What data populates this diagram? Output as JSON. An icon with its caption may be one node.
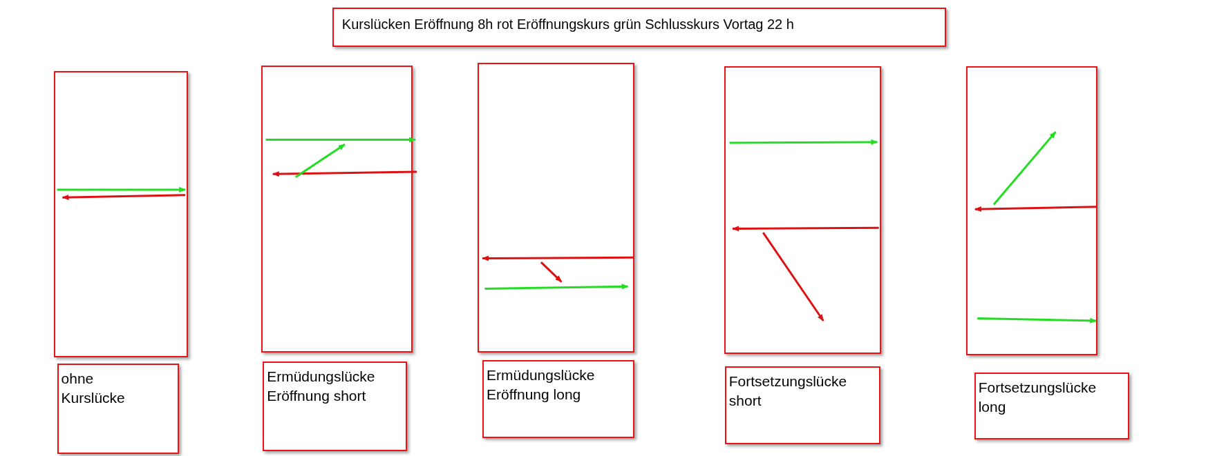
{
  "diagram": {
    "nodes": [
      {
        "text": [
          "Kurslücken Eröffnung 8h rot Eröffnungskurs grün Schlusskurs Vortag 22 h"
        ]
      },
      {
        "text": [],
        "shape": "box"
      },
      {
        "text": [],
        "shape": "box"
      },
      {
        "text": [],
        "shape": "box"
      },
      {
        "text": [],
        "shape": "box"
      },
      {
        "text": [],
        "shape": "box"
      },
      {
        "text": [
          "ohne Kurslücke"
        ]
      },
      {
        "text": [
          "Ermüdungslücke Eröffnung short"
        ]
      },
      {
        "text": [
          "Ermüdungslücke Eröffnung long"
        ]
      },
      {
        "text": [
          "Fortsetzungslücke short"
        ]
      },
      {
        "text": [
          "Fortsetzungslücke long"
        ]
      }
    ],
    "edges": []
  }
}
